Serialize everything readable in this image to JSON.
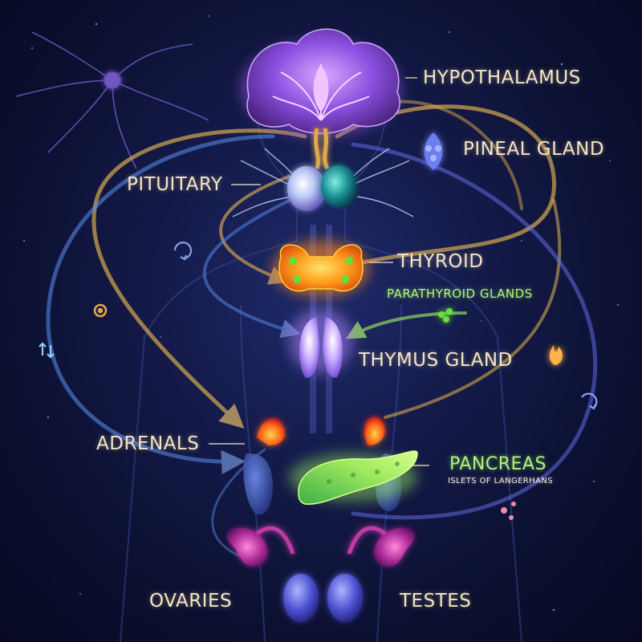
{
  "labels": {
    "hypothalamus": "HYPOTHALAMUS",
    "pineal": "PINEAL GLAND",
    "pituitary": "PITUITARY",
    "thyroid": "THYROID",
    "parathyroid": "PARATHYROID GLANDS",
    "thymus": "THYMUS GLAND",
    "adrenals": "ADRENALS",
    "pancreas": "PANCREAS",
    "islets": "ISLETS OF LANGERHANS",
    "ovaries": "OVARIES",
    "testes": "TESTES"
  },
  "colors": {
    "background": "#0b1030",
    "label_text": "#f3e6c4",
    "accent_green": "#b6f27a",
    "brain_purple": "#8a4fe0",
    "thyroid_orange": "#ff9a1a",
    "pancreas_green": "#7ed957",
    "flow_gold": "#e6b450",
    "flow_blue": "#5a8ef0"
  },
  "icons": [
    "neuron-icon",
    "cycle-arrows-icon",
    "gear-icon",
    "up-down-arrows-icon",
    "flame-icon",
    "cycle-arrows-icon",
    "molecule-icon"
  ]
}
